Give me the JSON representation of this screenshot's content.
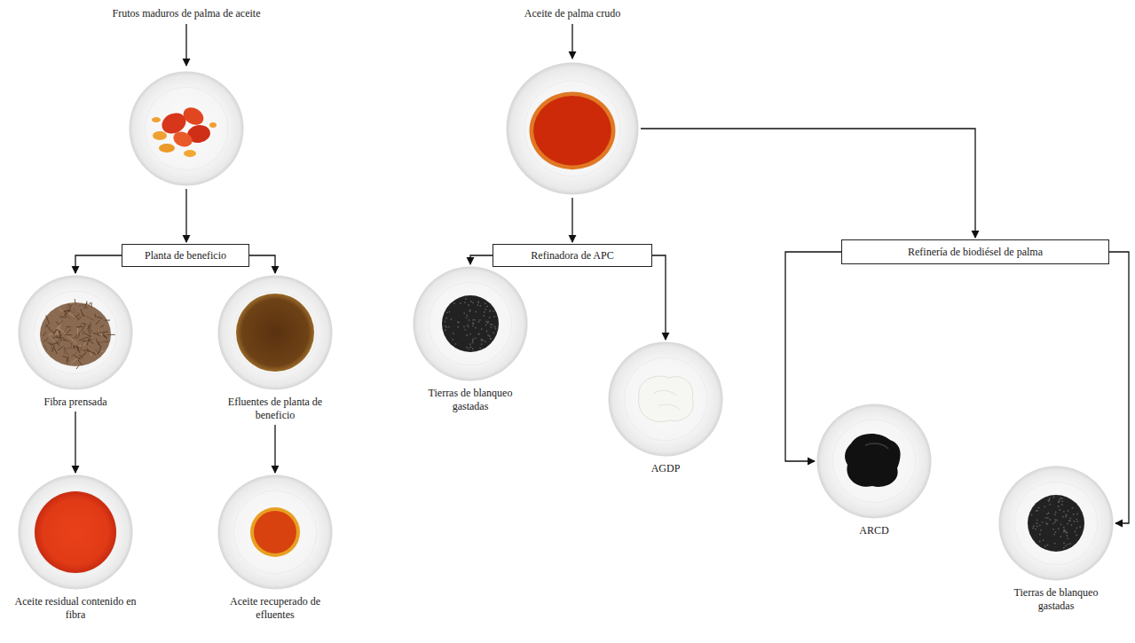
{
  "diagram": {
    "nodes": [
      {
        "text": [
          "Frutos maduros de palma de aceite"
        ]
      },
      {
        "text": [
          "Planta de beneficio"
        ]
      },
      {
        "text": [
          "Fibra prensada"
        ]
      },
      {
        "text": [
          "Efluentes de planta de beneficio"
        ]
      },
      {
        "text": [
          "Aceite residual contenido en fibra"
        ]
      },
      {
        "text": [
          "Aceite recuperado de efluentes"
        ]
      },
      {
        "text": [
          "Aceite de palma crudo"
        ]
      },
      {
        "text": [
          "Refinadora de APC"
        ]
      },
      {
        "text": [
          "Tierras de blanqueo gastadas"
        ]
      },
      {
        "text": [
          "AGDP"
        ]
      },
      {
        "text": [
          "Refinería de biodiésel de palma"
        ]
      },
      {
        "text": [
          "ARCD"
        ]
      },
      {
        "text": [
          "Tierras de blanqueo gastadas"
        ]
      }
    ],
    "edges": [
      {
        "from": 0,
        "to": 1,
        "arrow": "to"
      },
      {
        "from": 1,
        "to": 2,
        "arrow": "to"
      },
      {
        "from": 1,
        "to": 3,
        "arrow": "to"
      },
      {
        "from": 2,
        "to": 4,
        "arrow": "to"
      },
      {
        "from": 3,
        "to": 5,
        "arrow": "to"
      },
      {
        "from": 6,
        "to": 7,
        "arrow": "to"
      },
      {
        "from": 7,
        "to": 8,
        "arrow": "to"
      },
      {
        "from": 7,
        "to": 9,
        "arrow": "to"
      },
      {
        "from": 6,
        "to": 10,
        "arrow": "to"
      },
      {
        "from": 10,
        "to": 11,
        "arrow": "to"
      },
      {
        "from": 10,
        "to": 12,
        "arrow": "to"
      }
    ]
  }
}
